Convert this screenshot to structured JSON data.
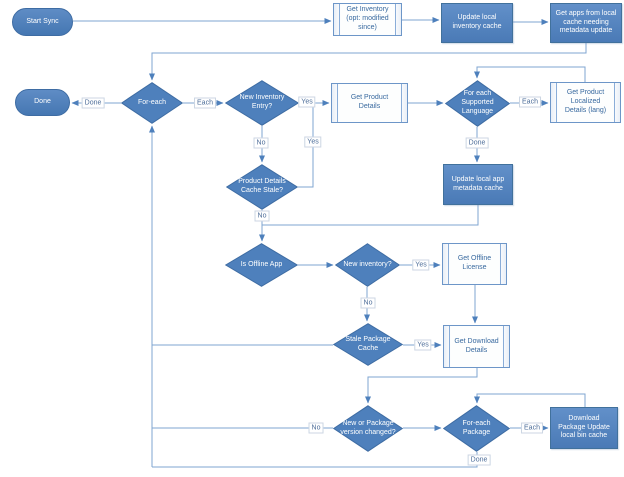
{
  "colors": {
    "shape_fill": "#4e80bc",
    "shape_border": "#3e6ca3",
    "subprocess_border": "#6d96c8",
    "subprocess_text": "#38699f",
    "connector": "#7fa5d1",
    "label_text": "#4d6d99",
    "canvas_bg": "#ffffff"
  },
  "nodes": [
    {
      "id": "start-sync",
      "type": "terminator",
      "label": "Start Sync"
    },
    {
      "id": "get-inventory",
      "type": "subprocess",
      "label": "Get Inventory (opt: modified since)"
    },
    {
      "id": "update-local-inventory-cache",
      "type": "process",
      "label": "Update local inventory cache"
    },
    {
      "id": "get-apps-needing-update",
      "type": "process",
      "label": "Get apps from local cache needing metadata update"
    },
    {
      "id": "done",
      "type": "terminator",
      "label": "Done"
    },
    {
      "id": "for-each",
      "type": "decision",
      "label": "For-each"
    },
    {
      "id": "new-inventory-entry",
      "type": "decision",
      "label": "New Inventory Entry?"
    },
    {
      "id": "get-product-details",
      "type": "subprocess",
      "label": "Get Product Details"
    },
    {
      "id": "for-each-supported-language",
      "type": "decision",
      "label": "For each Supported Language"
    },
    {
      "id": "get-product-localized-details",
      "type": "subprocess",
      "label": "Get Product Localized Details (lang)"
    },
    {
      "id": "product-details-cache-stale",
      "type": "decision",
      "label": "Product Details Cache Stale?"
    },
    {
      "id": "update-local-app-metadata-cache",
      "type": "process",
      "label": "Update local app metadata cache"
    },
    {
      "id": "is-offline-app",
      "type": "decision",
      "label": "Is Offline App"
    },
    {
      "id": "new-inventory",
      "type": "decision",
      "label": "New inventory?"
    },
    {
      "id": "get-offline-license",
      "type": "subprocess",
      "label": "Get Offline License"
    },
    {
      "id": "stale-package-cache",
      "type": "decision",
      "label": "Stale Package Cache"
    },
    {
      "id": "get-download-details",
      "type": "subprocess",
      "label": "Get Download Details"
    },
    {
      "id": "new-or-package-version-changed",
      "type": "decision",
      "label": "New or Package version changed?"
    },
    {
      "id": "for-each-package",
      "type": "decision",
      "label": "For-each Package"
    },
    {
      "id": "download-package-update-bin",
      "type": "process",
      "label": "Download Package Update local bin cache"
    }
  ],
  "edge_labels": [
    {
      "id": "for-each-done",
      "text": "Done"
    },
    {
      "id": "for-each-each",
      "text": "Each"
    },
    {
      "id": "new-inventory-entry-yes",
      "text": "Yes"
    },
    {
      "id": "new-inventory-entry-no",
      "text": "No"
    },
    {
      "id": "product-details-cache-stale-yes",
      "text": "Yes"
    },
    {
      "id": "product-details-cache-stale-no",
      "text": "No"
    },
    {
      "id": "supported-language-each",
      "text": "Each"
    },
    {
      "id": "supported-language-done",
      "text": "Done"
    },
    {
      "id": "new-inventory-yes",
      "text": "Yes"
    },
    {
      "id": "new-inventory-no",
      "text": "No"
    },
    {
      "id": "stale-package-cache-yes",
      "text": "Yes"
    },
    {
      "id": "new-or-package-version-no",
      "text": "No"
    },
    {
      "id": "for-each-package-each",
      "text": "Each"
    },
    {
      "id": "for-each-package-done",
      "text": "Done"
    }
  ]
}
